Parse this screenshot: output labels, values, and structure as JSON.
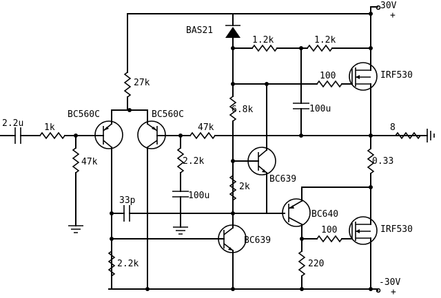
{
  "supply": {
    "positive": "30V",
    "negative": "-30V",
    "plus_sign": "+"
  },
  "components": {
    "c_input": "2.2u",
    "r_input": "1k",
    "r_bias": "47k",
    "q1": "BC560C",
    "q2": "BC560C",
    "r_tail": "27k",
    "r_feedback": "47k",
    "r_fb_ground": "2.2k",
    "c_fb_ground": "100u",
    "c_comp": "33p",
    "r_lower_left": "2.2k",
    "q_current_source": "BC639",
    "diode": "BAS21",
    "r_boot_1": "1.2k",
    "r_boot_2": "1.2k",
    "r_gate_top": "100",
    "mosfet_top": "IRF530",
    "c_bootstrap": "100u",
    "r_vbe_top": "6.8k",
    "r_vbe_bottom": "2k",
    "q_vbe": "BC639",
    "q_driver": "BC640",
    "r_gate_bottom": "100",
    "mosfet_bottom": "IRF530",
    "r_220": "220",
    "r_emitter": "0.33",
    "r_load": "8"
  }
}
